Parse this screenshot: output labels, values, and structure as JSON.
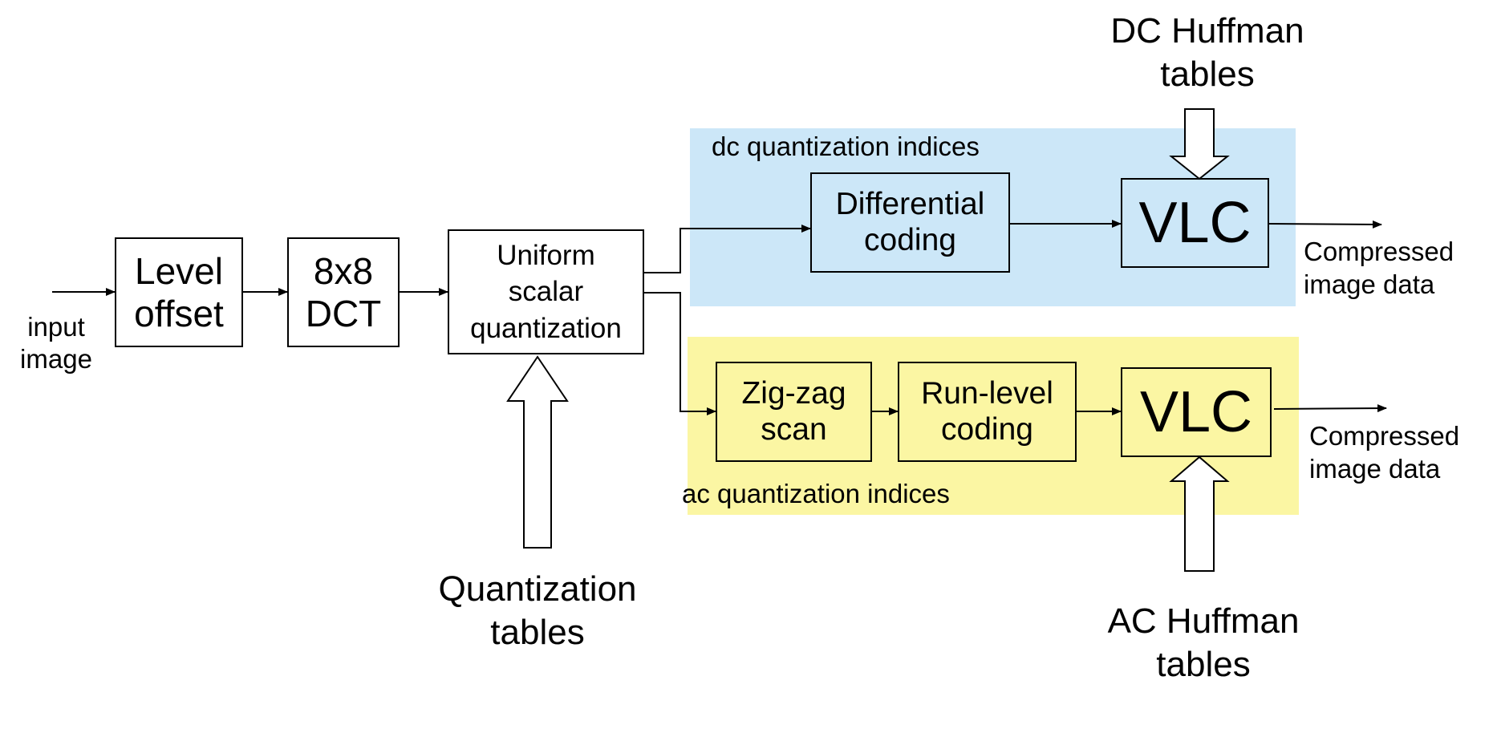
{
  "colors": {
    "dc_region": "#cce7f8",
    "ac_region": "#fbf6a3",
    "stroke": "#000000"
  },
  "input_label": "input\nimage",
  "blocks": {
    "level_offset": "Level\noffset",
    "dct": "8x8\nDCT",
    "quantizer": "Uniform\nscalar\nquantization",
    "differential": "Differential\ncoding",
    "vlc_dc": "VLC",
    "zigzag": "Zig-zag\nscan",
    "run_level": "Run-level\ncoding",
    "vlc_ac": "VLC"
  },
  "regions": {
    "dc_label": "dc quantization indices",
    "ac_label": "ac quantization indices"
  },
  "tables": {
    "quantization": "Quantization\ntables",
    "dc_huffman": "DC Huffman\ntables",
    "ac_huffman": "AC Huffman\ntables"
  },
  "outputs": {
    "dc": "Compressed\nimage data",
    "ac": "Compressed\nimage data"
  }
}
